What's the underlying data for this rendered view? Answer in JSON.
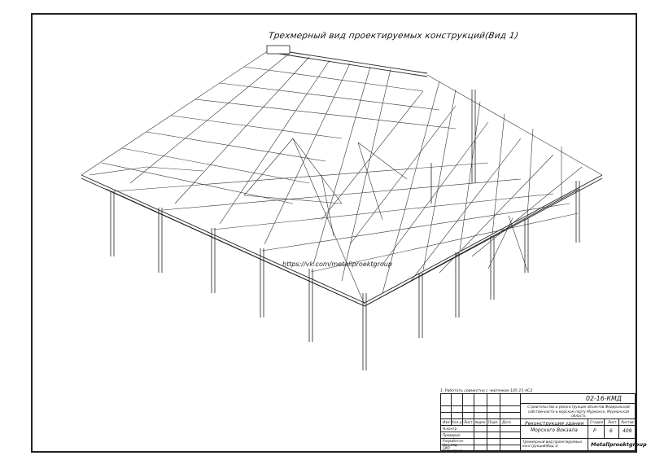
{
  "sheet": {
    "title": "Трехмерный вид проектируемых конструкций(Вид 1)",
    "watermark": "https://vk.com/metallproektgroup",
    "note": "1. Работать совместно с чертежом 105-15-АС2"
  },
  "stamp": {
    "code": "02-16-КМД",
    "project_description": "Строительство и реконструкция объектов Федеральной собственности в морском порту Мурманск, Мурманская область",
    "object_name_line1": "Реконструкция здания",
    "object_name_line2": "Морского Вокзала",
    "sheet_name": "Трехмерный вид проектируемых конструкций(Вид 1)",
    "company": "Metallproektgroup",
    "col_headers": [
      "Изм",
      "Кол.уч",
      "Лист",
      "№док",
      "Подп.",
      "Дата"
    ],
    "roles": [
      "Н.контр",
      "Проверил",
      "Разработал",
      "Нач.отд.",
      "ГИП",
      "Н.контроль"
    ],
    "stage_header": "Стадия",
    "sheet_header": "Лист",
    "sheets_header": "Листов",
    "stage_value": "Р",
    "sheet_value": "6",
    "sheets_value": "409"
  }
}
